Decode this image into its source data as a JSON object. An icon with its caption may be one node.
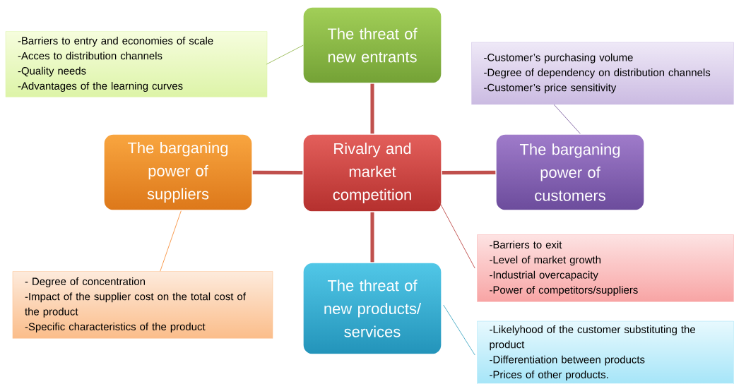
{
  "diagram": {
    "nodes": [
      {
        "text": [
          "Rivalry and market competition"
        ]
      },
      {
        "text": [
          "The threat of new entrants"
        ]
      },
      {
        "text": [
          "The barganing power of suppliers"
        ]
      },
      {
        "text": [
          "The barganing power of customers"
        ]
      },
      {
        "text": [
          "The threat of new products/ services"
        ]
      },
      {
        "text": [
          "-Barriers to entry and economies of scale",
          "-Acces to distribution channels",
          "-Quality needs",
          "-Advantages of the learning curves"
        ]
      },
      {
        "text": [
          "-Customer’s purchasing volume",
          "-Degree of dependency on distribution channels",
          "-Customer’s price sensitivity"
        ]
      },
      {
        "text": [
          "- Degree of concentration",
          "-Impact of the supplier cost on the total cost of the product",
          "-Specific characteristics of the product"
        ]
      },
      {
        "text": [
          "-Barriers to exit",
          "-Level of market growth",
          "-Industrial overcapacity",
          "-Power of competitors/suppliers"
        ]
      },
      {
        "text": [
          "-Likelyhood of the customer substituting the product",
          "-Differentiation between products",
          "-Prices of other products."
        ]
      }
    ],
    "edges": [
      {
        "from": 0,
        "to": 1,
        "arrow": "none",
        "style": "thick",
        "color": "#c0504d"
      },
      {
        "from": 0,
        "to": 2,
        "arrow": "none",
        "style": "thick",
        "color": "#c0504d"
      },
      {
        "from": 0,
        "to": 3,
        "arrow": "none",
        "style": "thick",
        "color": "#c0504d"
      },
      {
        "from": 0,
        "to": 4,
        "arrow": "none",
        "style": "thick",
        "color": "#c0504d"
      },
      {
        "from": 5,
        "to": 1,
        "arrow": "none",
        "color": "#9bbb59"
      },
      {
        "from": 6,
        "to": 3,
        "arrow": "none",
        "color": "#8064a2"
      },
      {
        "from": 7,
        "to": 2,
        "arrow": "none",
        "color": "#f79646"
      },
      {
        "from": 8,
        "to": 0,
        "arrow": "none",
        "color": "#c0504d"
      },
      {
        "from": 9,
        "to": 4,
        "arrow": "none",
        "color": "#4bacc6"
      }
    ]
  }
}
